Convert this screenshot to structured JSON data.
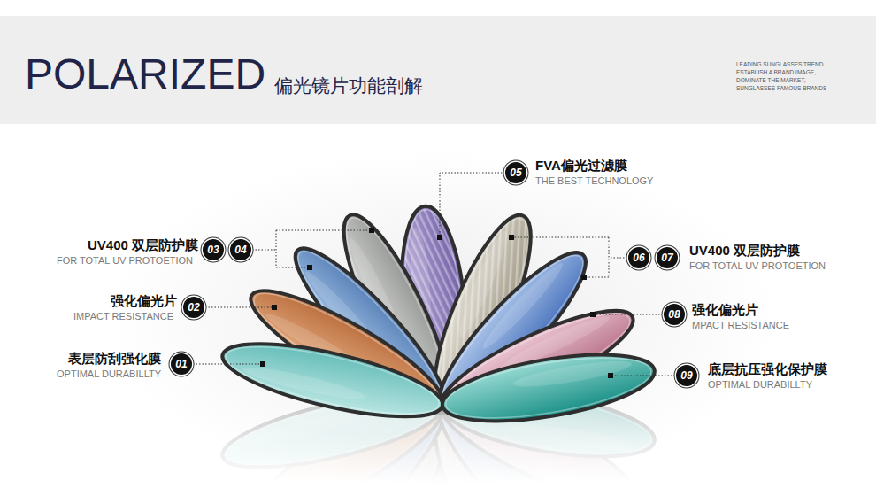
{
  "diagram": {
    "title": "POLARIZED",
    "labels": [
      "偏光镜片功能剖解",
      "LEADING SUNGLASSES TREND ESTABLISH A BRAND IMAGE, DOMINATE THE MARKET, SUNGLASSES FAMOUS BRANDS",
      "05",
      "FVA偏光过滤膜",
      "THE BEST TECHNOLOGY",
      "UV400 双层防护膜",
      "03",
      "04",
      "FOR TOTAL UV PROTOETION",
      "06",
      "07",
      "UV400 双层防护膜",
      "FOR TOTAL UV PROTOETION",
      "强化偏光片",
      "IMPACT RESISTANCE",
      "02",
      "08",
      "强化偏光片",
      "MPACT RESISTANCE",
      "表层防刮强化膜",
      "01",
      "OPTIMAL DURABILLTY",
      "09",
      "底层抗压强化保护膜",
      "OPTIMAL DURABILLTY"
    ]
  }
}
